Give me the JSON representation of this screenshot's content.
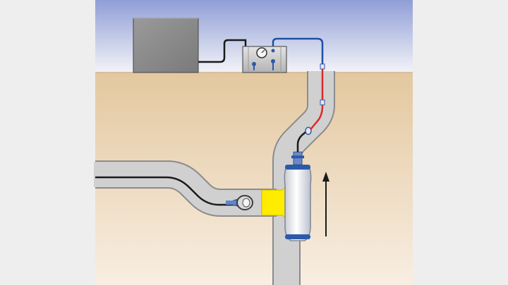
{
  "diagram": {
    "colors": {
      "page_background": "#eeeeee",
      "sky_top": "#8f9ed6",
      "sky_bottom": "#f3f3f8",
      "ground_top": "#e3c89f",
      "ground_bottom": "#f8eee2",
      "pipe_fill": "#d0d0d0",
      "pipe_outline": "#8b8b8b",
      "cable": "#1a1a1a",
      "hose_blue": "#1f4fa8",
      "hose_red": "#e0262b",
      "seal_yellow": "#ffec00",
      "packer_body": "#f2f4f8",
      "packer_band": "#2d5aa8",
      "equipment_dark": "#8a8a8a",
      "control_box": "#c9c9c9"
    },
    "components": [
      {
        "id": "power-unit",
        "icon": "generator-box"
      },
      {
        "id": "control-panel",
        "icon": "pressure-gauge-panel"
      },
      {
        "id": "main-pipe",
        "icon": "vertical-sewer-pipe"
      },
      {
        "id": "lateral-pipe",
        "icon": "side-connection-pipe"
      },
      {
        "id": "packer",
        "icon": "inflatable-packer"
      },
      {
        "id": "lateral-seal",
        "icon": "yellow-seal-hat"
      },
      {
        "id": "camera",
        "icon": "inspection-camera"
      },
      {
        "id": "direction",
        "icon": "up-arrow"
      }
    ]
  }
}
